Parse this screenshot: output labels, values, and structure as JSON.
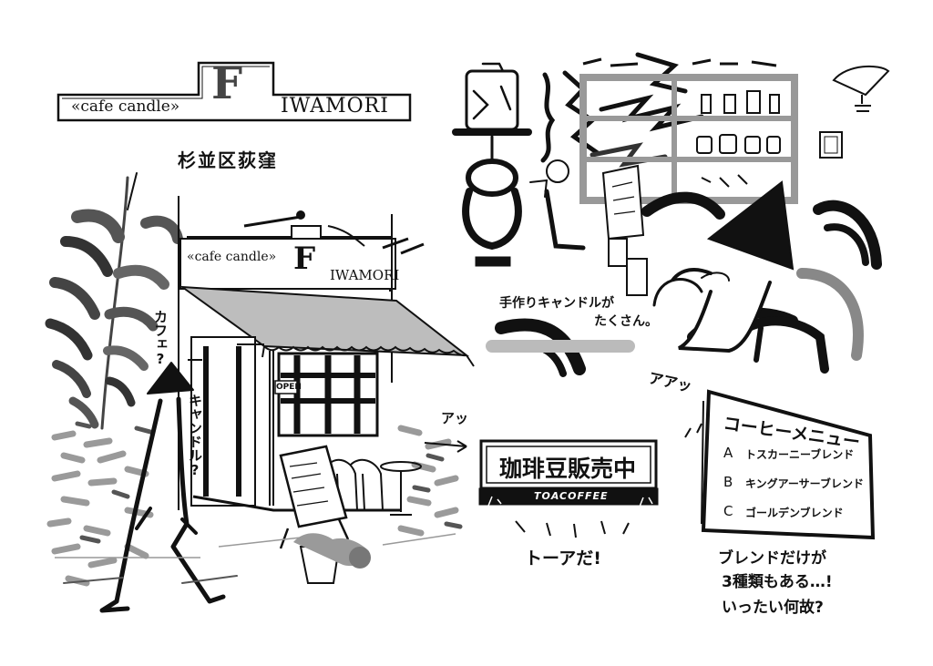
{
  "header_logo": {
    "cafe_name": "«cafe candle»",
    "letter": "F",
    "shop_name": "IWAMORI"
  },
  "location": "杉並区荻窪",
  "storefront_sign": {
    "cafe_name": "«cafe candle»",
    "letter": "F",
    "shop_name": "IWAMORI"
  },
  "door_plate": "OPEN",
  "walker_thoughts": [
    "カフェ?",
    "キャンドル?"
  ],
  "interior_caption": [
    "手作りキャンドルが",
    "たくさん。"
  ],
  "exclamations": {
    "near_sign": "アッ",
    "near_menu": "アアッ"
  },
  "toa_sign": {
    "title": "珈琲豆販売中",
    "brand": "TOACOFFEE"
  },
  "toa_caption": "トーアだ!",
  "menu_board": {
    "title": "コーヒーメニュー",
    "items": [
      {
        "letter": "A",
        "name": "トスカーニーブレンド"
      },
      {
        "letter": "B",
        "name": "キングアーサーブレンド"
      },
      {
        "letter": "C",
        "name": "ゴールデンブレンド"
      }
    ]
  },
  "menu_caption": [
    "ブレンドだけが",
    "3種類もある…!",
    "いったい何故?"
  ],
  "colors": {
    "ink": "#111111",
    "grey": "#8a8a8a",
    "light_grey": "#c8c8c8",
    "paper": "#ffffff"
  }
}
